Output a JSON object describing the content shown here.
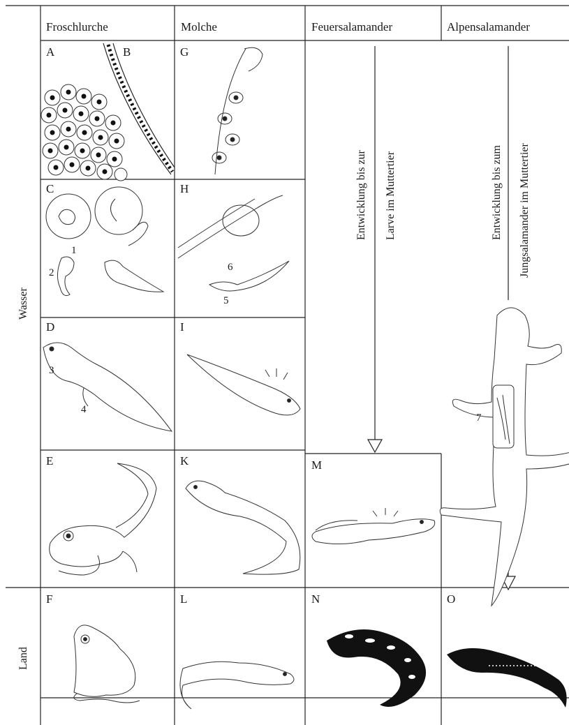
{
  "columns": {
    "frogs": "Froschlurche",
    "newts": "Molche",
    "fire_salamander": "Feuersalamander",
    "alpine_salamander": "Alpensalamander"
  },
  "rows": {
    "water": "Wasser",
    "land": "Land"
  },
  "cells": [
    "A",
    "B",
    "C",
    "D",
    "E",
    "F",
    "G",
    "H",
    "I",
    "K",
    "L",
    "M",
    "N",
    "O"
  ],
  "numbers": [
    "1",
    "2",
    "3",
    "4",
    "5",
    "6",
    "7"
  ],
  "notes": {
    "fire_a": "Entwicklung bis zur",
    "fire_b": "Larve im Muttertier",
    "alpine_a": "Entwicklung bis zum",
    "alpine_b": "Jungsalamander im Muttertier"
  }
}
